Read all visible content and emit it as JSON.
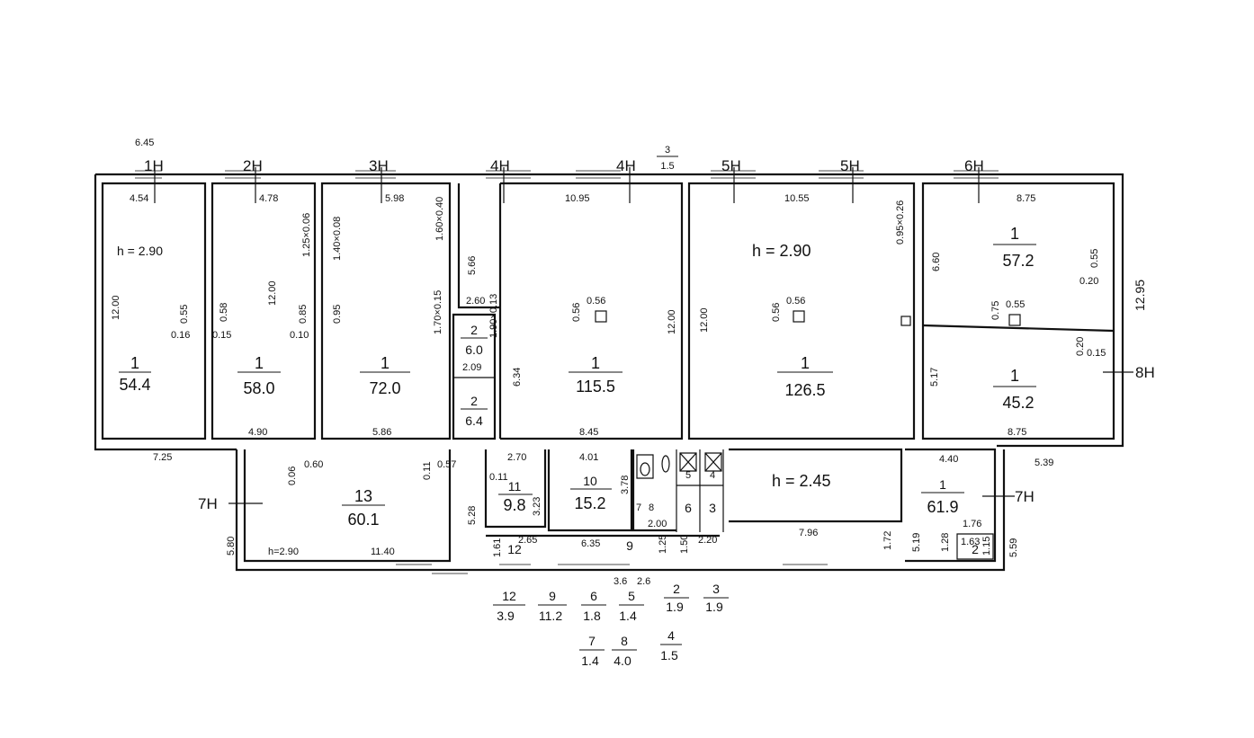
{
  "plan": {
    "wall_color": "#111111",
    "axis_labels": [
      "1Н",
      "2Н",
      "3Н",
      "4Н",
      "4Н",
      "5Н",
      "5Н",
      "6Н",
      "7Н",
      "7Н",
      "8Н"
    ],
    "heights": [
      "h = 2.90",
      "h = 2.90",
      "h = 2.45",
      "h=2.90"
    ],
    "rooms": [
      {
        "num": "1",
        "area": "54.4"
      },
      {
        "num": "1",
        "area": "58.0"
      },
      {
        "num": "1",
        "area": "72.0"
      },
      {
        "num": "2",
        "area": "6.0"
      },
      {
        "num": "2",
        "area": "6.4"
      },
      {
        "num": "1",
        "area": "115.5"
      },
      {
        "num": "1",
        "area": "126.5"
      },
      {
        "num": "1",
        "area": "57.2"
      },
      {
        "num": "1",
        "area": "45.2"
      },
      {
        "num": "13",
        "area": "60.1"
      },
      {
        "num": "11",
        "area": "9.8"
      },
      {
        "num": "10",
        "area": "15.2"
      },
      {
        "num": "1",
        "area": "61.9"
      }
    ],
    "small_labels": [
      "12",
      "9",
      "8",
      "6",
      "3",
      "4",
      "7",
      "5",
      "2"
    ],
    "dimensions": [
      "4.54",
      "4.78",
      "5.98",
      "10.95",
      "10.55",
      "8.75",
      "12.00",
      "12.00",
      "12.00",
      "12.00",
      "4.90",
      "5.86",
      "8.45",
      "8.75",
      "7.25",
      "0.55",
      "0.16",
      "0.58",
      "0.15",
      "0.85",
      "0.10",
      "0.95",
      "1.25×0.06",
      "1.40×0.08",
      "1.60×0.40",
      "5.66",
      "2.60",
      "1.70×0.15",
      "1.90×0.13",
      "2.09",
      "6.34",
      "0.56",
      "0.56",
      "0.56",
      "0.56",
      "0.95×0.26",
      "6.60",
      "0.55",
      "0.20",
      "0.75",
      "0.55",
      "12.95",
      "0.20",
      "0.15",
      "5.17",
      "0.06",
      "0.60",
      "0.11",
      "0.57",
      "5.28",
      "2.70",
      "0.11",
      "3.23",
      "4.01",
      "3.78",
      "2.00",
      "7.96",
      "1.72",
      "5.19",
      "4.40",
      "5.39",
      "1.76",
      "1.28",
      "1.63",
      "1.15",
      "5.59",
      "5.80",
      "11.40",
      "1.61",
      "2.65",
      "6.35",
      "1.25",
      "1.50",
      "2.20",
      "3.6",
      "2.6",
      "6.45"
    ],
    "legend": [
      {
        "num": "3",
        "area": "1.5"
      },
      {
        "num": "12",
        "area": "3.9"
      },
      {
        "num": "9",
        "area": "11.2"
      },
      {
        "num": "6",
        "area": "1.8"
      },
      {
        "num": "5",
        "area": "1.4"
      },
      {
        "num": "2",
        "area": "1.9"
      },
      {
        "num": "3",
        "area": "1.9"
      },
      {
        "num": "7",
        "area": "1.4"
      },
      {
        "num": "8",
        "area": "4.0"
      },
      {
        "num": "4",
        "area": "1.5"
      }
    ]
  }
}
